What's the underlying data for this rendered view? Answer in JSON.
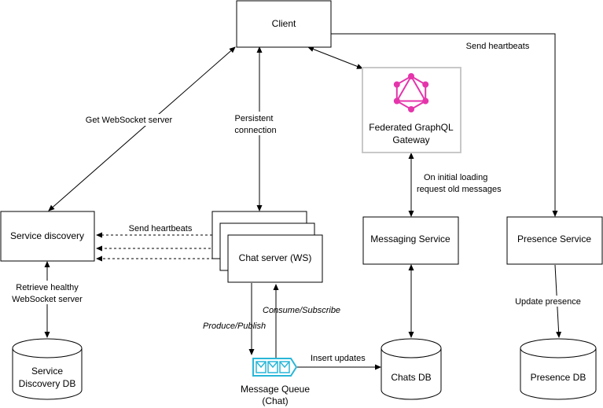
{
  "nodes": {
    "client": "Client",
    "gateway_line1": "Federated GraphQL",
    "gateway_line2": "Gateway",
    "service_discovery": "Service discovery",
    "chat_server": "Chat server (WS)",
    "messaging_service": "Messaging Service",
    "presence_service": "Presence Service",
    "sd_db_line1": "Service",
    "sd_db_line2": "Discovery DB",
    "chats_db": "Chats DB",
    "presence_db": "Presence DB",
    "mq_line1": "Message Queue",
    "mq_line2": "(Chat)"
  },
  "edges": {
    "send_heartbeats_client": "Send heartbeats",
    "get_ws_server": "Get WebSocket server",
    "persistent_line1": "Persistent",
    "persistent_line2": "connection",
    "initial_loading_line1": "On initial loading",
    "initial_loading_line2": "request old messages",
    "send_heartbeats_chat": "Send heartbeats",
    "retrieve_line1": "Retrieve healthy",
    "retrieve_line2": "WebSocket server",
    "consume_subscribe": "Consume/Subscribe",
    "produce_publish": "Produce/Publish",
    "insert_updates": "Insert updates",
    "update_presence": "Update presence"
  },
  "colors": {
    "graphql_pink": "#e535ab",
    "queue_cyan": "#29b6d8",
    "gateway_border": "#c8c8c8"
  },
  "icons": {
    "gateway": "graphql-logo-icon",
    "queue": "message-queue-icon"
  }
}
